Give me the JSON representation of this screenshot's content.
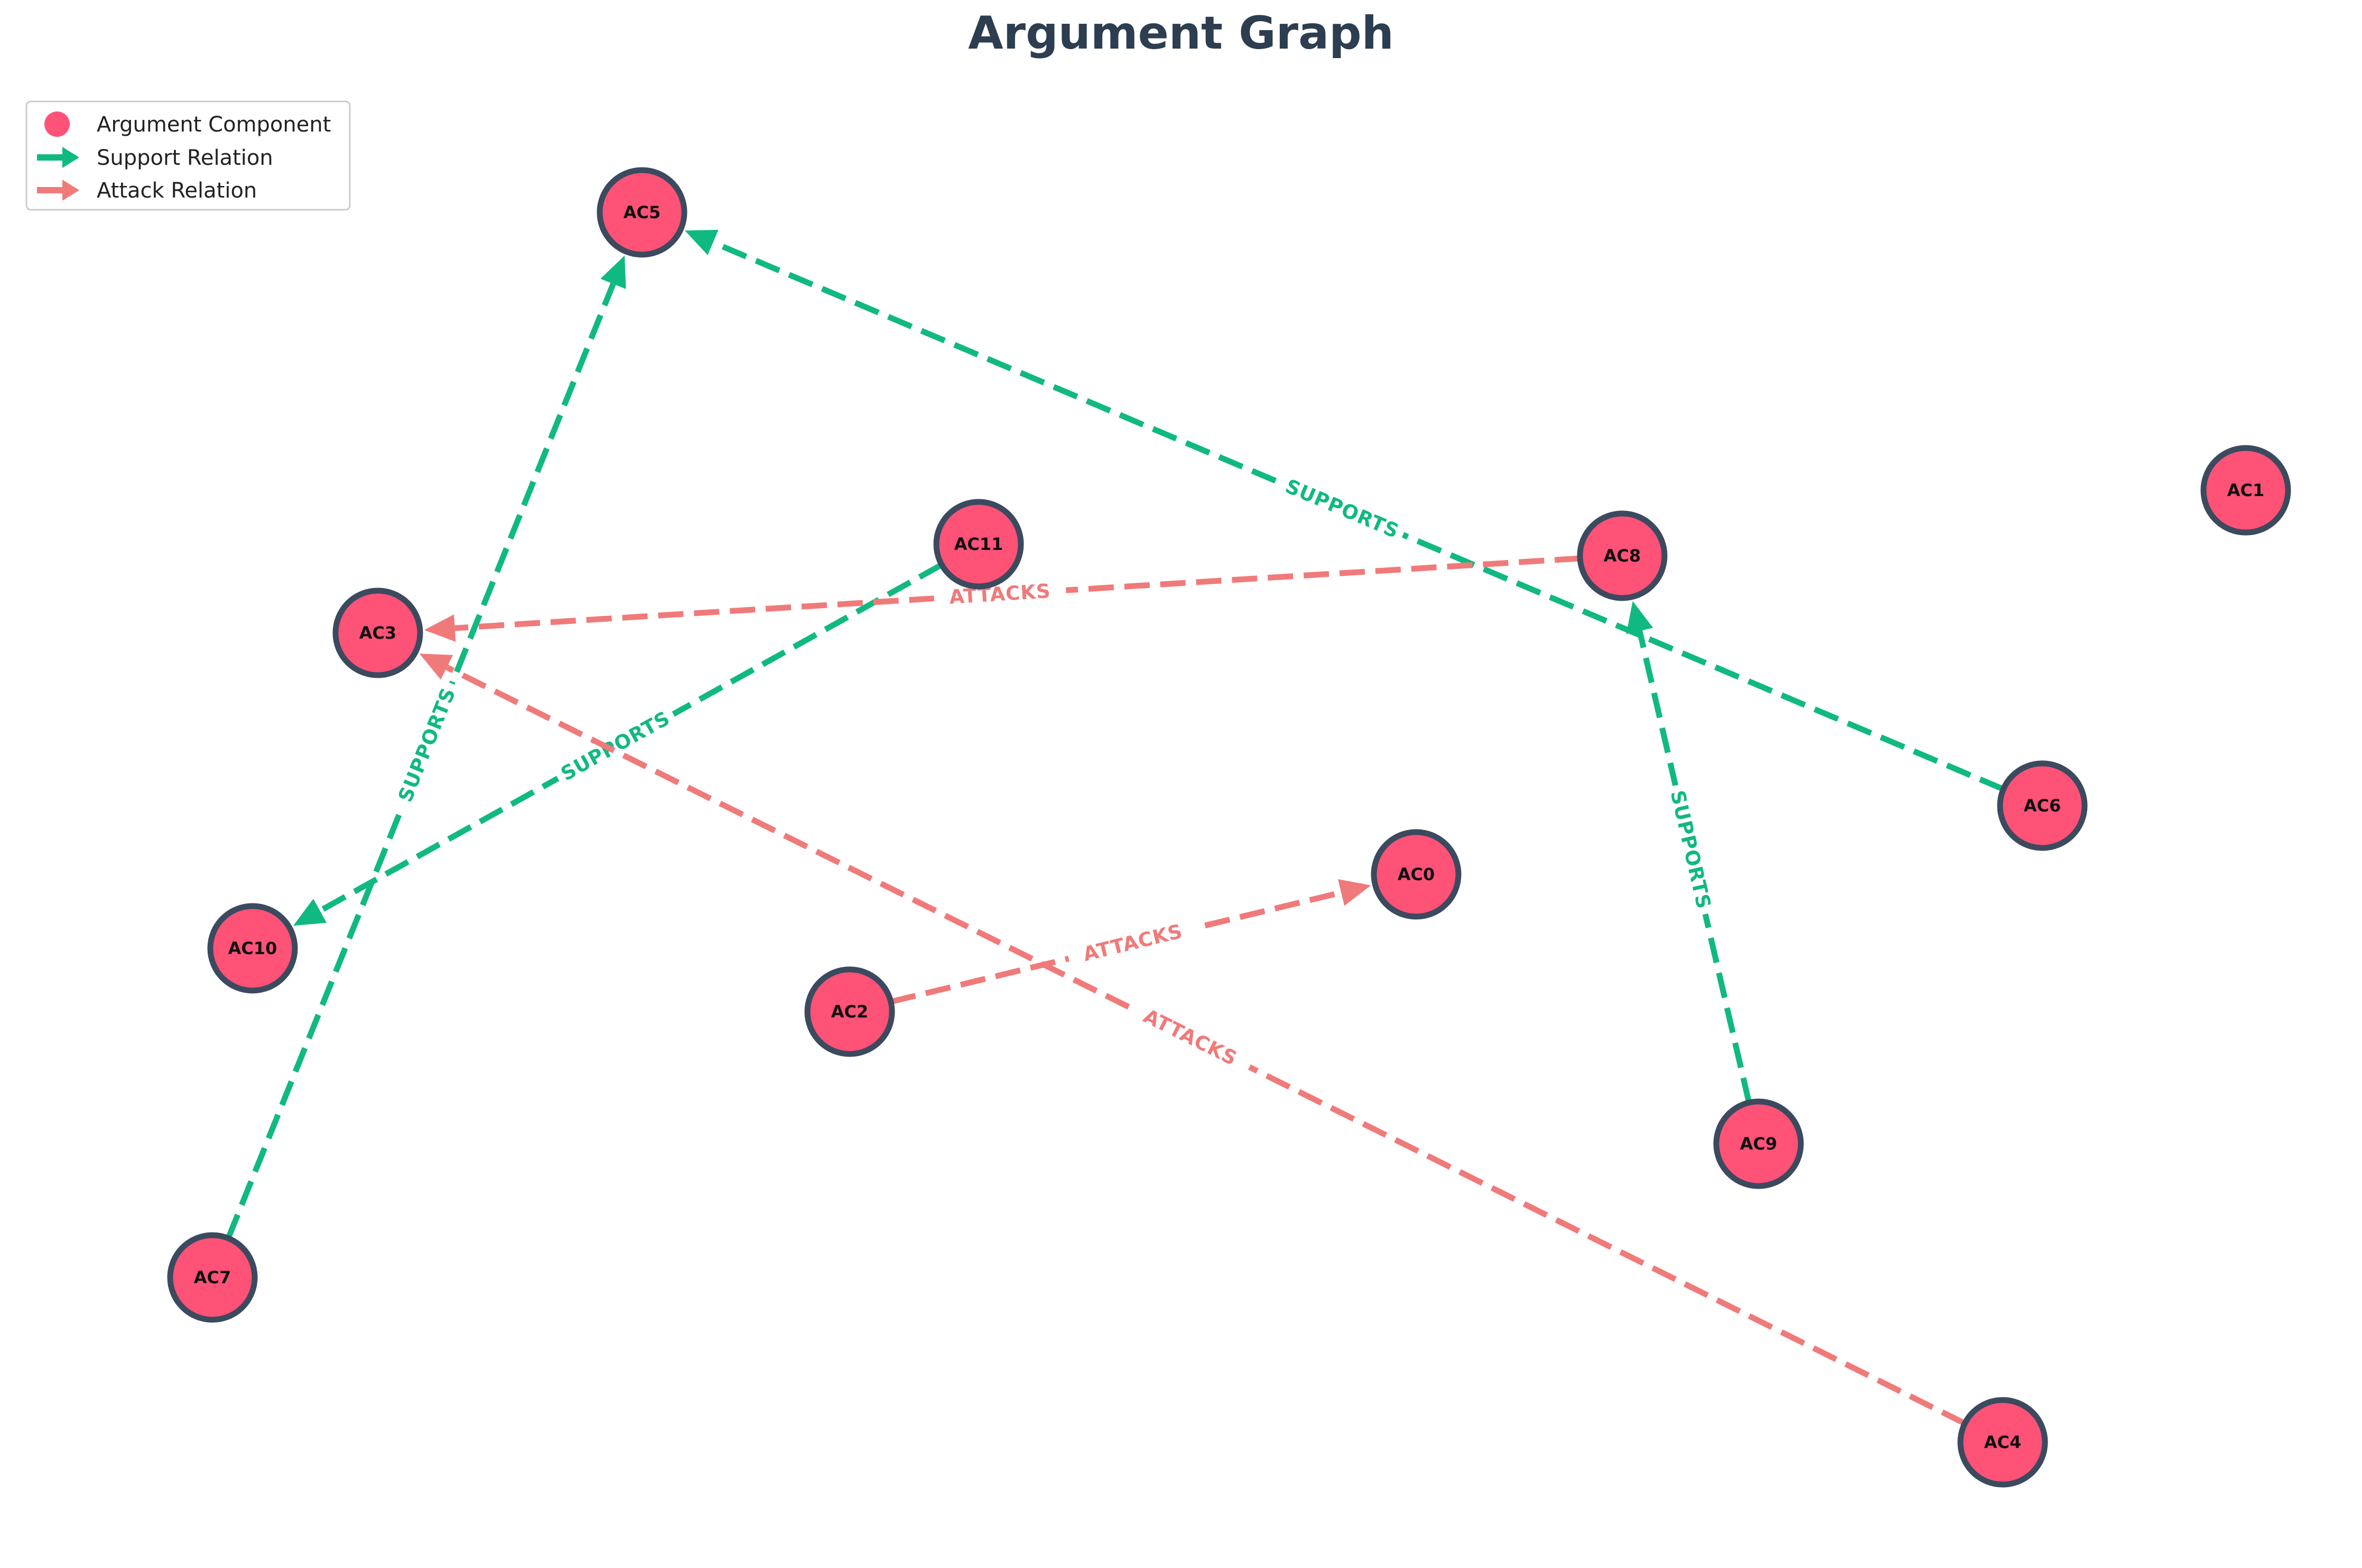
{
  "title": "Argument Graph",
  "colors": {
    "node_fill": "#ff5277",
    "node_stroke": "#3b4a5e",
    "support": "#10b981",
    "attack": "#f07a7a",
    "title": "#2c3e50"
  },
  "legend": {
    "component": "Argument Component",
    "support": "Support Relation",
    "attack": "Attack Relation"
  },
  "nodes": [
    {
      "id": "AC0",
      "label": "AC0"
    },
    {
      "id": "AC1",
      "label": "AC1"
    },
    {
      "id": "AC2",
      "label": "AC2"
    },
    {
      "id": "AC3",
      "label": "AC3"
    },
    {
      "id": "AC4",
      "label": "AC4"
    },
    {
      "id": "AC5",
      "label": "AC5"
    },
    {
      "id": "AC6",
      "label": "AC6"
    },
    {
      "id": "AC7",
      "label": "AC7"
    },
    {
      "id": "AC8",
      "label": "AC8"
    },
    {
      "id": "AC9",
      "label": "AC9"
    },
    {
      "id": "AC10",
      "label": "AC10"
    },
    {
      "id": "AC11",
      "label": "AC11"
    }
  ],
  "edges": [
    {
      "source": "AC7",
      "target": "AC5",
      "type": "support",
      "label": "SUPPORTS"
    },
    {
      "source": "AC6",
      "target": "AC5",
      "type": "support",
      "label": "SUPPORTS"
    },
    {
      "source": "AC11",
      "target": "AC10",
      "type": "support",
      "label": "SUPPORTS"
    },
    {
      "source": "AC9",
      "target": "AC8",
      "type": "support",
      "label": "SUPPORTS"
    },
    {
      "source": "AC8",
      "target": "AC3",
      "type": "attack",
      "label": "ATTACKS"
    },
    {
      "source": "AC4",
      "target": "AC3",
      "type": "attack",
      "label": "ATTACKS"
    },
    {
      "source": "AC2",
      "target": "AC0",
      "type": "attack",
      "label": "ATTACKS"
    }
  ]
}
